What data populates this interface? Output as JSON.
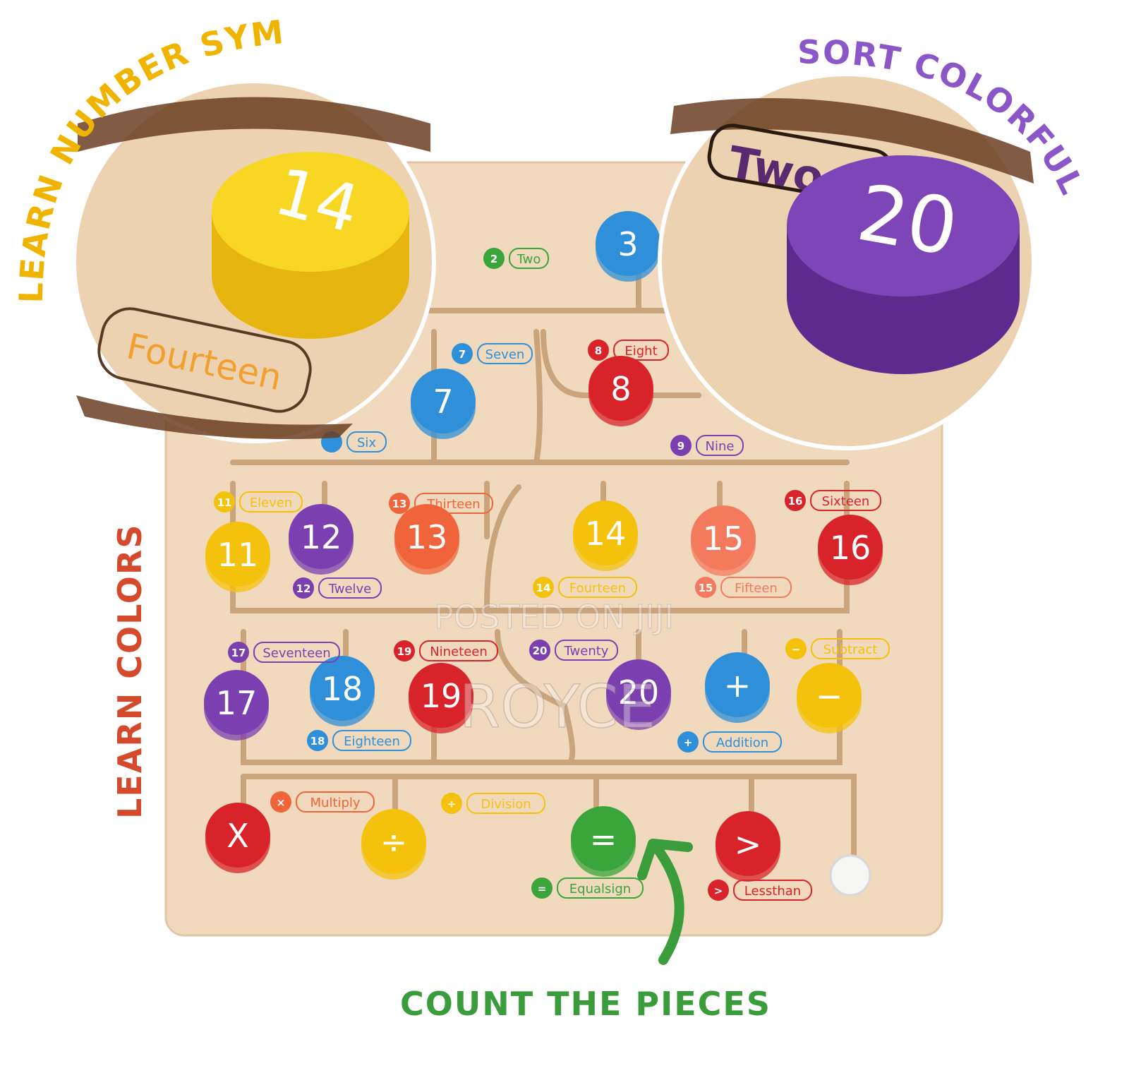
{
  "callouts": {
    "top_left": "LEARN NUMBER SYMBOLS",
    "top_right": "SORT COLORFUL RINGS",
    "left": "LEARN COLORS",
    "bottom": "COUNT THE PIECES"
  },
  "colors": {
    "wood": "#f0d9bd",
    "wood_dark": "#d9b893",
    "groove": "#c9a47c",
    "yellow": "#f4c20d",
    "purple": "#7c3fb0",
    "blue": "#2f8fd8",
    "red": "#d8232b",
    "orange": "#f0643c",
    "salmon": "#f47a5e",
    "green": "#3aa53a",
    "callout_yellow": "#f0b400",
    "callout_purple": "#8b57c8",
    "callout_red": "#d44a2c",
    "callout_green": "#3a9c3a"
  },
  "zoom_left": {
    "piece": "14",
    "label": "Fourteen"
  },
  "zoom_right": {
    "piece": "20",
    "label": "Two"
  },
  "pieces": [
    {
      "text": "3",
      "color": "blue"
    },
    {
      "text": "7",
      "color": "blue"
    },
    {
      "text": "8",
      "color": "red"
    },
    {
      "text": "11",
      "color": "yellow"
    },
    {
      "text": "12",
      "color": "purple"
    },
    {
      "text": "13",
      "color": "orange"
    },
    {
      "text": "14",
      "color": "yellow"
    },
    {
      "text": "15",
      "color": "salmon"
    },
    {
      "text": "16",
      "color": "red"
    },
    {
      "text": "17",
      "color": "purple"
    },
    {
      "text": "18",
      "color": "blue"
    },
    {
      "text": "19",
      "color": "red"
    },
    {
      "text": "20",
      "color": "purple"
    },
    {
      "text": "+",
      "color": "blue"
    },
    {
      "text": "−",
      "color": "yellow"
    },
    {
      "text": "X",
      "color": "red"
    },
    {
      "text": "÷",
      "color": "yellow"
    },
    {
      "text": "=",
      "color": "green"
    },
    {
      "text": ">",
      "color": "red"
    }
  ],
  "labels": [
    {
      "num": "2",
      "word": "Two",
      "color": "green"
    },
    {
      "num": "7",
      "word": "Seven",
      "color": "blue"
    },
    {
      "num": "8",
      "word": "Eight",
      "color": "red"
    },
    {
      "num": "",
      "word": "Six",
      "color": "blue"
    },
    {
      "num": "9",
      "word": "Nine",
      "color": "purple"
    },
    {
      "num": "11",
      "word": "Eleven",
      "color": "yellow"
    },
    {
      "num": "13",
      "word": "Thirteen",
      "color": "orange"
    },
    {
      "num": "16",
      "word": "Sixteen",
      "color": "red"
    },
    {
      "num": "12",
      "word": "Twelve",
      "color": "purple"
    },
    {
      "num": "14",
      "word": "Fourteen",
      "color": "yellow"
    },
    {
      "num": "15",
      "word": "Fifteen",
      "color": "salmon"
    },
    {
      "num": "17",
      "word": "Seventeen",
      "color": "purple"
    },
    {
      "num": "19",
      "word": "Nineteen",
      "color": "red"
    },
    {
      "num": "20",
      "word": "Twenty",
      "color": "purple"
    },
    {
      "num": "−",
      "word": "Subtract",
      "color": "yellow"
    },
    {
      "num": "18",
      "word": "Eighteen",
      "color": "blue"
    },
    {
      "num": "+",
      "word": "Addition",
      "color": "blue"
    },
    {
      "num": "×",
      "word": "Multiply",
      "color": "orange"
    },
    {
      "num": "÷",
      "word": "Division",
      "color": "yellow"
    },
    {
      "num": "=",
      "word": "Equalsign",
      "color": "green"
    },
    {
      "num": ">",
      "word": "Lessthan",
      "color": "red"
    }
  ],
  "watermark": {
    "line1": "POSTED ON JIJI",
    "line2": "ROYCE"
  }
}
